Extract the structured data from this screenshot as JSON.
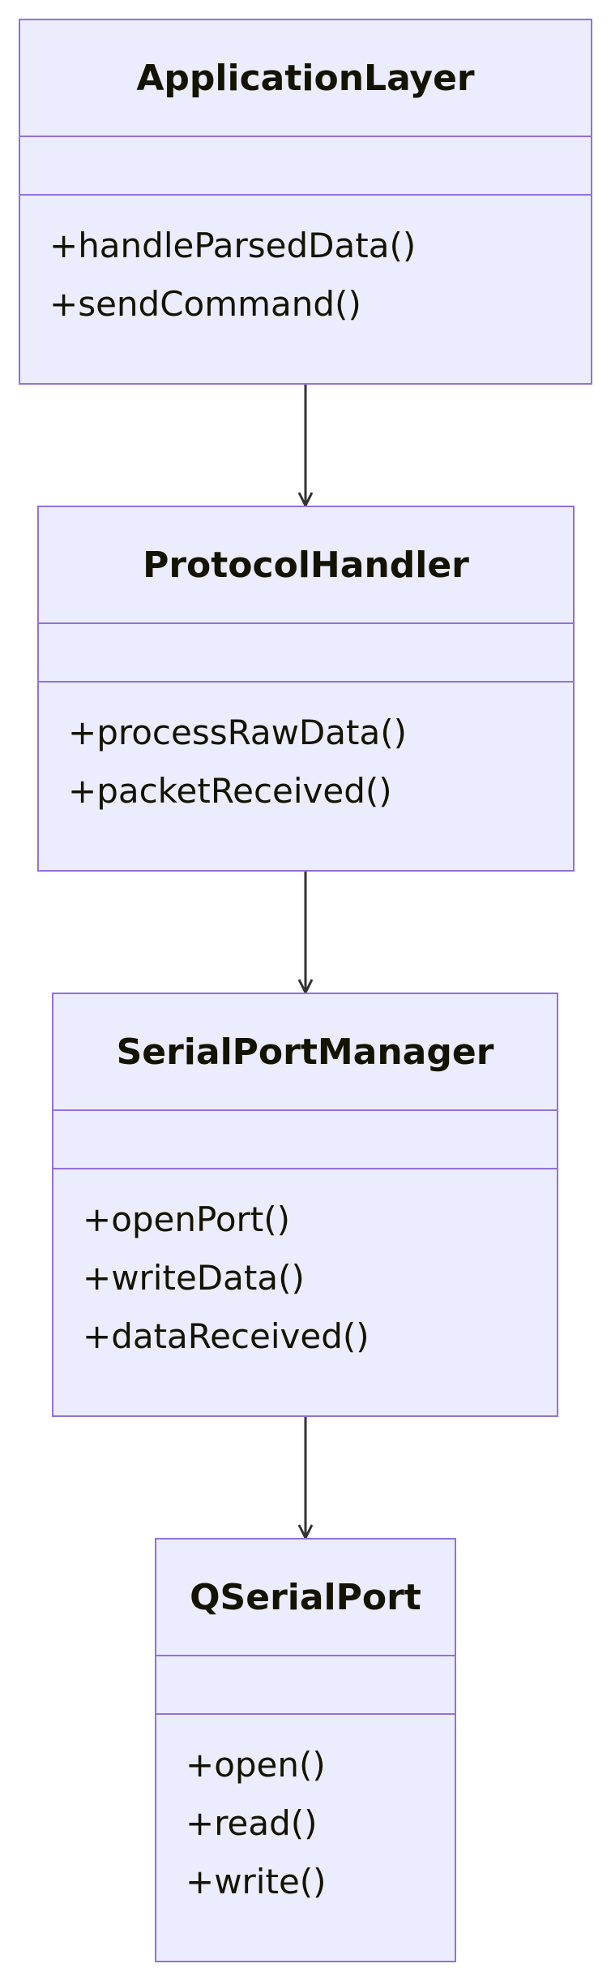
{
  "classes": [
    {
      "name": "ApplicationLayer",
      "attributes": [],
      "methods": [
        "+handleParsedData()",
        "+sendCommand()"
      ]
    },
    {
      "name": "ProtocolHandler",
      "attributes": [],
      "methods": [
        "+processRawData()",
        "+packetReceived()"
      ]
    },
    {
      "name": "SerialPortManager",
      "attributes": [],
      "methods": [
        "+openPort()",
        "+writeData()",
        "+dataReceived()"
      ]
    },
    {
      "name": "QSerialPort",
      "attributes": [],
      "methods": [
        "+open()",
        "+read()",
        "+write()"
      ]
    }
  ],
  "relations": [
    {
      "from": "ApplicationLayer",
      "to": "ProtocolHandler",
      "type": "association"
    },
    {
      "from": "ProtocolHandler",
      "to": "SerialPortManager",
      "type": "association"
    },
    {
      "from": "SerialPortManager",
      "to": "QSerialPort",
      "type": "association"
    }
  ],
  "colors": {
    "box_fill": "#ececff",
    "box_border": "#9370db",
    "arrow": "#333333",
    "text": "#131300"
  }
}
